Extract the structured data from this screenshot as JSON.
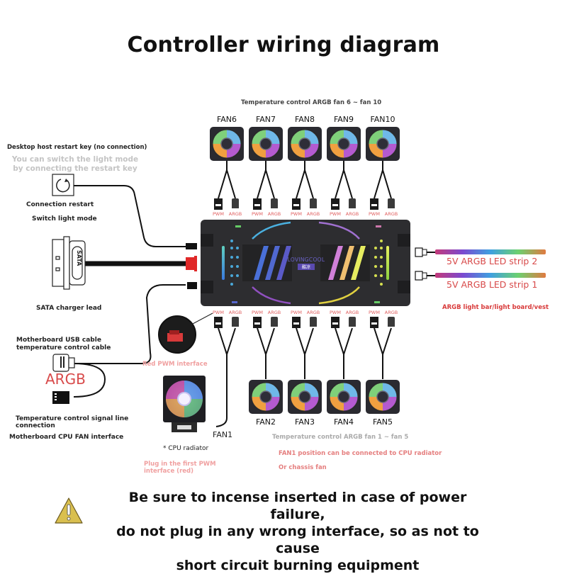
{
  "title": "Controller wiring diagram",
  "top_group": {
    "caption": "Temperature control ARGB fan 6 ~ fan 10",
    "fans": [
      "FAN6",
      "FAN7",
      "FAN8",
      "FAN9",
      "FAN10"
    ]
  },
  "bottom_group": {
    "caption": "Temperature control ARGB fan 1 ~ fan 5",
    "fans": [
      "FAN2",
      "FAN3",
      "FAN4",
      "FAN5"
    ],
    "fan1_label": "FAN1",
    "note_line1": "FAN1 position can be connected to CPU radiator",
    "note_line2": "Or chassis fan"
  },
  "port_labels": {
    "pwm": "PWM",
    "argb": "ARGB"
  },
  "controller": {
    "brand": "LOVINGCOOL",
    "sub": "酷凉"
  },
  "restart": {
    "heading": "Desktop host restart key (no connection)",
    "hint": "You can switch the light mode by connecting the restart key",
    "label1": "Connection restart",
    "label2": "Switch light mode"
  },
  "sata": {
    "connector_text": "SATA",
    "label": "SATA charger lead"
  },
  "usb": {
    "heading": "Motherboard USB cable temperature control cable",
    "argb_text": "ARGB",
    "signal_label": "Temperature control signal line connection",
    "cpu_fan_label": "Motherboard CPU FAN interface"
  },
  "cpu": {
    "red_pwm_label": "Red PWM interface",
    "radiator_label": "* CPU radiator",
    "plug_note": "Plug in the first PWM interface (red)"
  },
  "led_strips": {
    "strip2": "5V ARGB LED strip 2",
    "strip1": "5V ARGB LED strip 1",
    "caption": "ARGB light bar/light board/vest"
  },
  "warning": {
    "icon": "warning-triangle-icon",
    "line1": "Be sure to incense inserted in case of power failure,",
    "line2": "do not plug in any wrong interface, so as not to cause",
    "line3": "short circuit burning equipment"
  },
  "colors": {
    "accent_red": "#d84a4a",
    "light_red": "#e57f7f",
    "controller_body": "#2b2b2d",
    "warning_yellow": "#d9bf4f"
  }
}
